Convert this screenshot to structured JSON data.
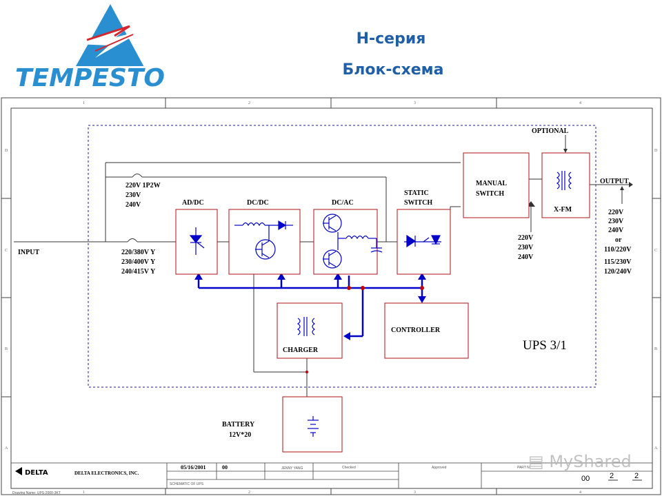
{
  "header": {
    "title": "H-серия",
    "subtitle": "Блок-схема",
    "logo_text": "TEMPESTO",
    "logo_color": "#2a8fd0"
  },
  "diagram": {
    "blocks": {
      "adc": "AD/DC",
      "dcdc": "DC/DC",
      "dcac": "DC/AC",
      "static_switch_1": "STATIC",
      "static_switch_2": "SWITCH",
      "manual_switch_1": "MANUAL",
      "manual_switch_2": "SWITCH",
      "xfm": "X-FM",
      "optional": "OPTIONAL",
      "output": "OUTPUT",
      "charger": "CHARGER",
      "controller": "CONTROLLER",
      "battery_1": "BATTERY",
      "battery_2": "12V*20",
      "ups": "UPS 3/1",
      "input": "INPUT"
    },
    "voltages": {
      "bypass": [
        "220V 1P2W",
        "230V",
        "240V"
      ],
      "input": [
        "220/380V Y",
        "230/400V Y",
        "240/415V Y"
      ],
      "manual_in": [
        "220V",
        "230V",
        "240V"
      ],
      "output": [
        "220V",
        "230V",
        "240V",
        "or",
        "110/220V",
        "115/230V",
        "120/240V"
      ]
    },
    "colors": {
      "bus": "#0000c8",
      "node": "#c00000",
      "title": "#1f5fa8"
    },
    "frame": {
      "cols": [
        "1",
        "2",
        "3",
        "4"
      ],
      "rows": [
        "D",
        "C",
        "B",
        "A"
      ]
    },
    "title_block": {
      "company": "DELTA ELECTRONICS, INC.",
      "brand": "DELTA",
      "date": "05/16/2001",
      "rev": "00",
      "drawn_by": "JENNY YANG",
      "checked": "Checked",
      "approved": "Approved",
      "part_no": "PART N",
      "sheet_no": "00",
      "sheet": "2",
      "of": "2",
      "description": "SCHEMATIC OF UPS",
      "file_name": "Drawing Name: UPS-2000-3KT"
    }
  },
  "watermark": "MyShared"
}
